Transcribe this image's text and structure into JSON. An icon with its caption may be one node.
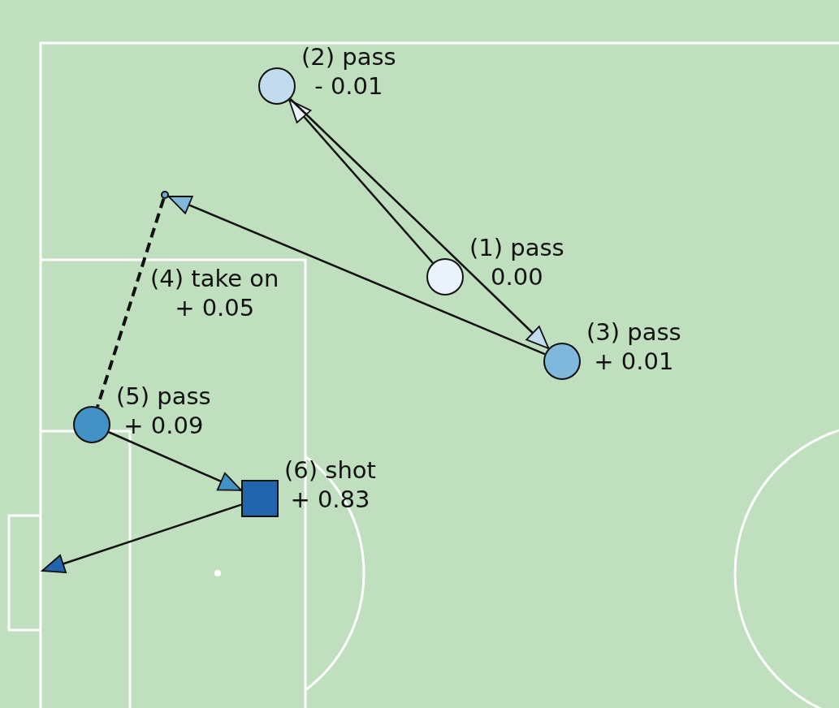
{
  "diagram": {
    "nodes": [
      {
        "text": [],
        "shape": "circle",
        "beside": [
          "(1) pass",
          "0.00"
        ]
      },
      {
        "text": [],
        "shape": "circle",
        "beside": [
          "(2) pass",
          "- 0.01"
        ]
      },
      {
        "text": [],
        "shape": "circle",
        "beside": [
          "(3) pass",
          "+ 0.01"
        ]
      },
      {
        "text": [],
        "shape": "point",
        "beside": [
          "(4) take on",
          "+ 0.05"
        ]
      },
      {
        "text": [],
        "shape": "circle",
        "beside": [
          "(5) pass",
          "+ 0.09"
        ]
      },
      {
        "text": [],
        "shape": "box",
        "beside": [
          "(6) shot",
          "+ 0.83"
        ]
      }
    ],
    "edges": [
      {
        "from": 0,
        "to": 1,
        "arrow": "to"
      },
      {
        "from": 1,
        "to": 2,
        "arrow": "to"
      },
      {
        "from": 2,
        "to": 3,
        "arrow": "to"
      },
      {
        "from": 3,
        "to": 4,
        "arrow": "none",
        "style": "dashed"
      },
      {
        "from": 4,
        "to": 5,
        "arrow": "to"
      },
      {
        "from": 5,
        "to": null,
        "arrow": "to"
      }
    ]
  }
}
